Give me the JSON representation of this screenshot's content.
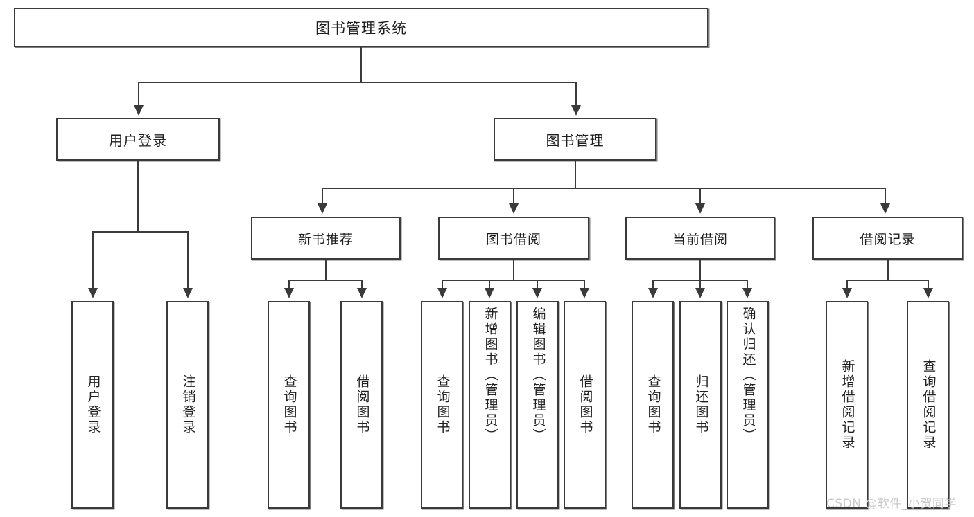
{
  "diagram": {
    "title": "图书管理系统",
    "watermark": "CSDN @软件_小贺同学",
    "root": {
      "label": "图书管理系统"
    },
    "level2": [
      {
        "key": "user-login",
        "label": "用户登录"
      },
      {
        "key": "book-manage",
        "label": "图书管理"
      }
    ],
    "level3": [
      {
        "key": "new-book-recommend",
        "label": "新书推荐"
      },
      {
        "key": "book-borrow",
        "label": "图书借阅"
      },
      {
        "key": "current-borrow",
        "label": "当前借阅"
      },
      {
        "key": "borrow-record",
        "label": "借阅记录"
      }
    ],
    "leaves": {
      "user_login": [
        {
          "key": "user-login-leaf",
          "label": "用户登录"
        },
        {
          "key": "logout-leaf",
          "label": "注销登录"
        }
      ],
      "new_book_recommend": [
        {
          "key": "query-book-1",
          "label": "查询图书"
        },
        {
          "key": "borrow-book-1",
          "label": "借阅图书"
        }
      ],
      "book_borrow": [
        {
          "key": "query-book-2",
          "label": "查询图书"
        },
        {
          "key": "add-book-admin",
          "label": "新增图书（管理员）"
        },
        {
          "key": "edit-book-admin",
          "label": "编辑图书（管理员）"
        },
        {
          "key": "borrow-book-2",
          "label": "借阅图书"
        }
      ],
      "current_borrow": [
        {
          "key": "query-book-3",
          "label": "查询图书"
        },
        {
          "key": "return-book",
          "label": "归还图书"
        },
        {
          "key": "confirm-return-admin",
          "label": "确认归还（管理员）"
        }
      ],
      "borrow_record": [
        {
          "key": "add-borrow-record",
          "label": "新增借阅记录"
        },
        {
          "key": "query-borrow-record",
          "label": "查询借阅记录"
        }
      ]
    },
    "colors": {
      "box_border": "#3a3a3a",
      "box_fill": "#ffffff",
      "line": "#3a3a3a",
      "text": "#1f1f1f",
      "watermark": "#c9c9c9",
      "background": "#ffffff"
    }
  }
}
